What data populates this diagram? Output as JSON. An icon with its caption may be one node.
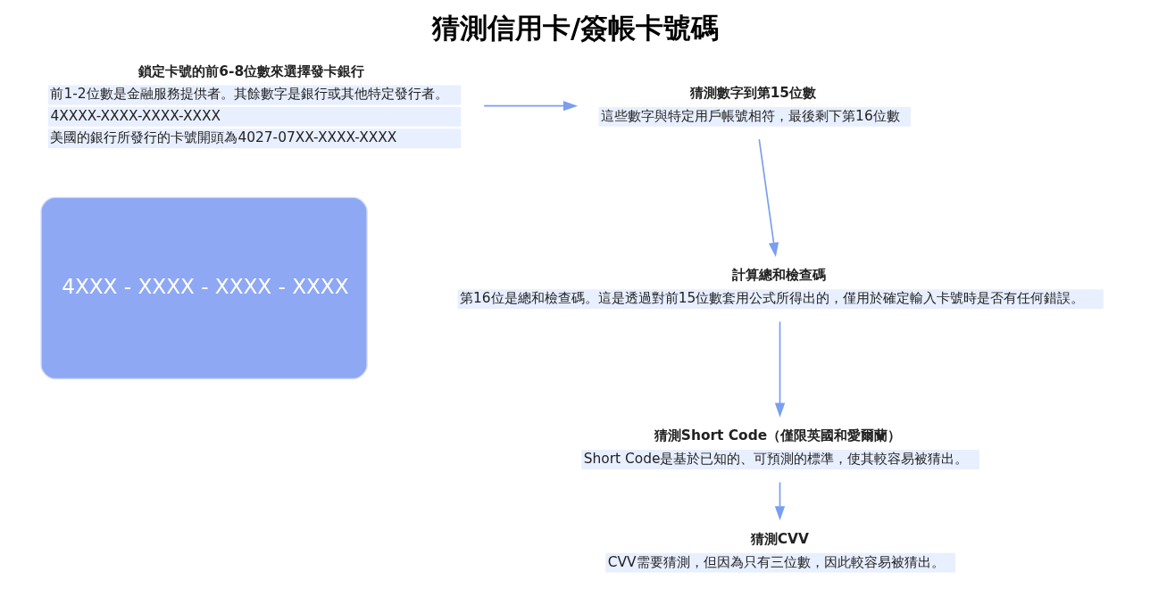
{
  "diagram": {
    "title": "猜測信用卡/簽帳卡號碼",
    "nodes": [
      {
        "text": [
          "鎖定卡號的前6-8位數來選擇發卡銀行",
          "前1-2位數是金融服務提供者。其餘數字是銀行或其他特定發行者。",
          "4XXXX-XXXX-XXXX-XXXX",
          "美國的銀行所發行的卡號開頭為4027-07XX-XXXX-XXXX"
        ]
      },
      {
        "text": [
          "猜測數字到第15位數",
          "這些數字與特定用戶帳號相符，最後剩下第16位數"
        ]
      },
      {
        "text": [
          "計算總和檢查碼",
          "第16位是總和檢查碼。這是透過對前15位數套用公式所得出的，僅用於確定輸入卡號時是否有任何錯誤。"
        ]
      },
      {
        "text": [
          "猜測Short Code（僅限英國和愛爾蘭）",
          "Short Code是基於已知的、可預測的標準，使其較容易被猜出。"
        ]
      },
      {
        "text": [
          "猜測CVV",
          "CVV需要猜測，但因為只有三位數，因此較容易被猜出。"
        ]
      },
      {
        "text": [
          "4XXX - XXXX - XXXX - XXXX"
        ]
      }
    ],
    "edges": [
      {
        "from": 0,
        "to": 1,
        "arrow": "to"
      },
      {
        "from": 1,
        "to": 2,
        "arrow": "to"
      },
      {
        "from": 2,
        "to": 3,
        "arrow": "to"
      },
      {
        "from": 3,
        "to": 4,
        "arrow": "to"
      }
    ]
  }
}
